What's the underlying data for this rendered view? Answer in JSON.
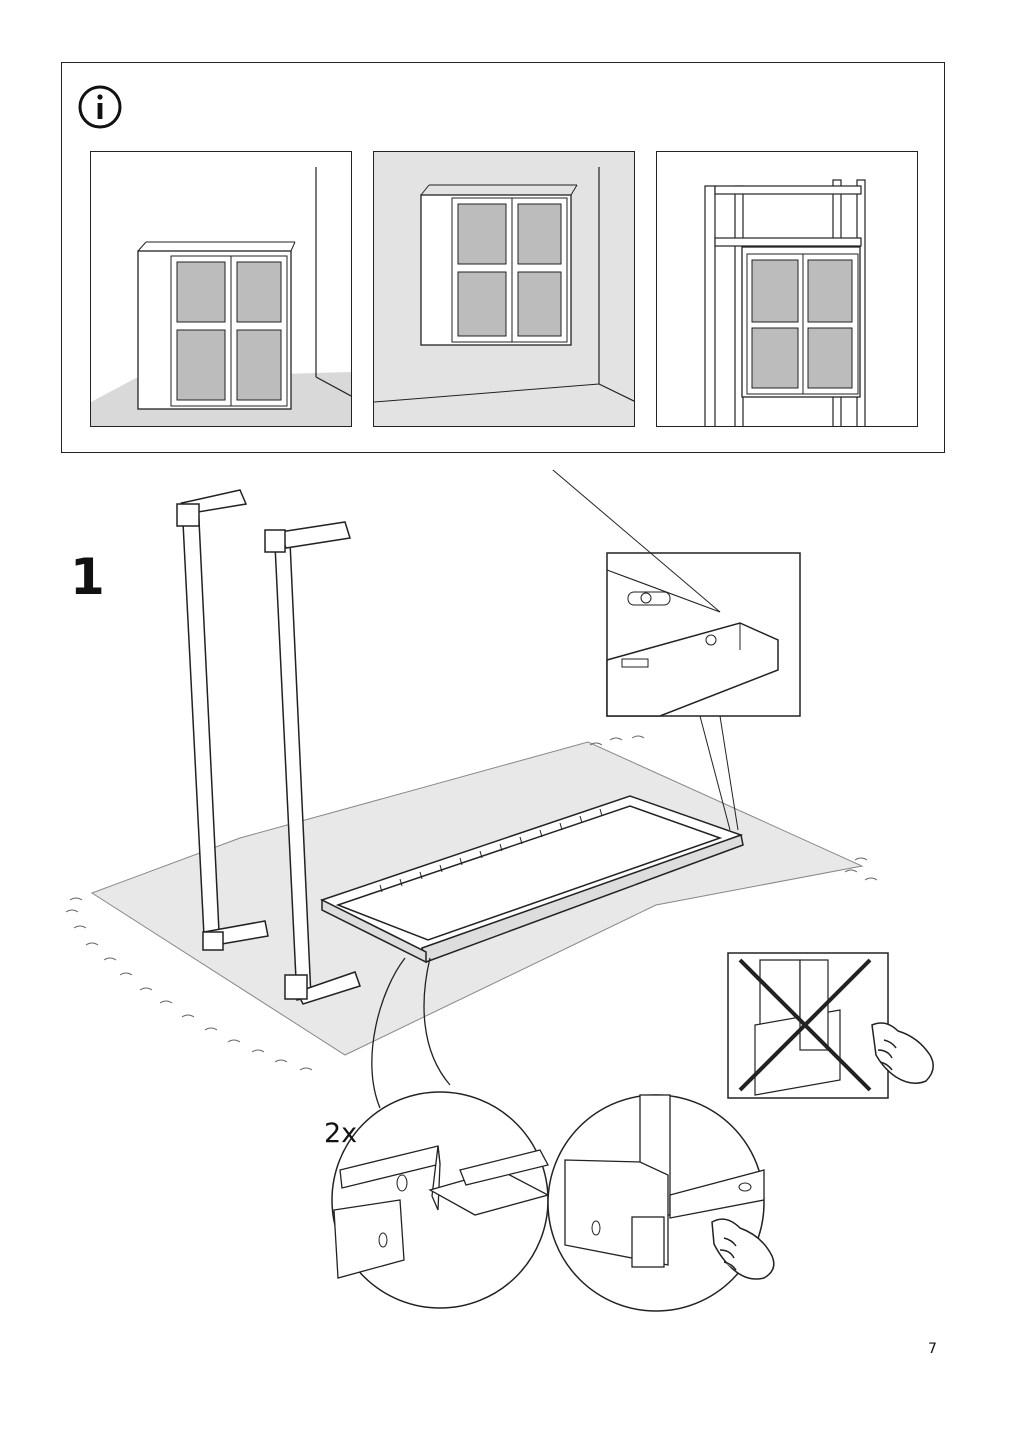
{
  "info_icon": "info-circle-icon",
  "step": {
    "number": "1",
    "quantity": "2x"
  },
  "page_number": "7",
  "panels": [
    {
      "name": "floor-standing",
      "background": "#ffffff"
    },
    {
      "name": "wall-mounted",
      "background": "#e3e3e3"
    },
    {
      "name": "in-shelving-unit",
      "background": "#ffffff"
    }
  ],
  "icons": [
    "info-circle-icon",
    "hand-pointing-icon",
    "cross-mark-icon"
  ],
  "colors": {
    "line": "#222222",
    "rug": "#e8e8e8",
    "panel_gray": "#e3e3e3",
    "mesh": "#999999"
  }
}
